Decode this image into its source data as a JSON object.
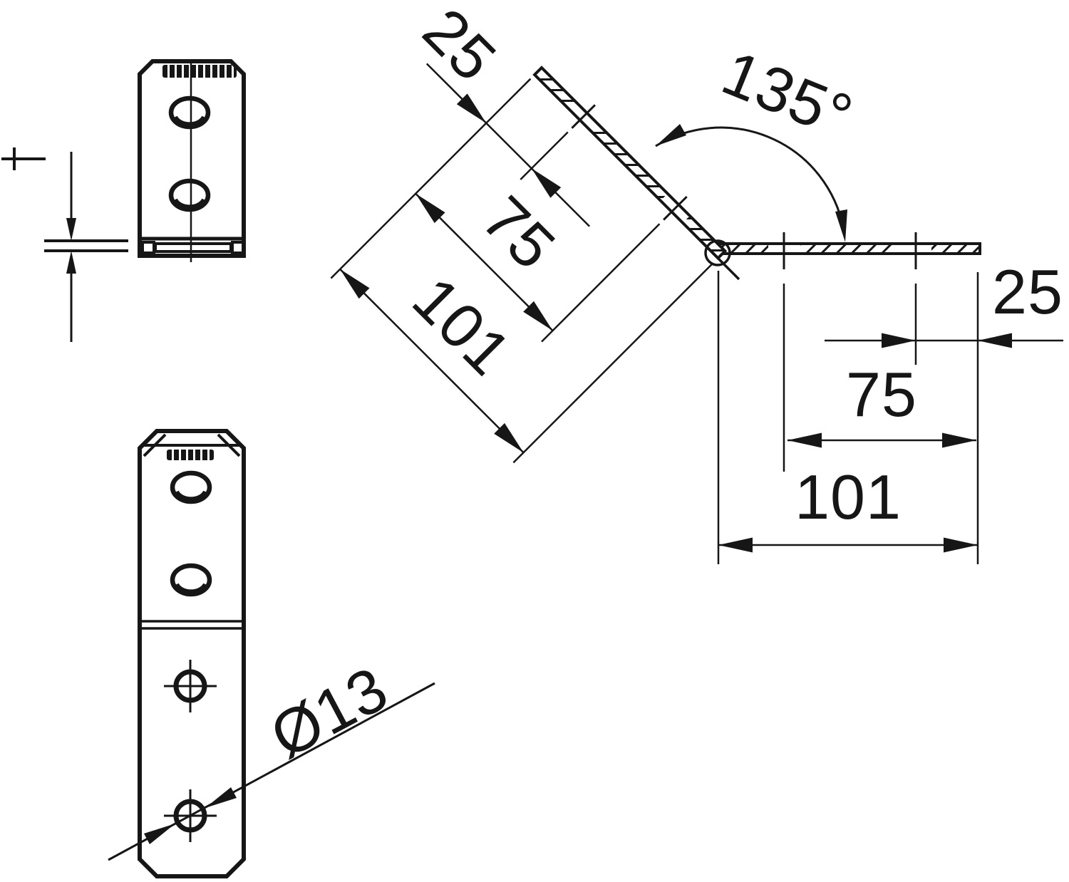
{
  "drawing": {
    "angle_label": "135°",
    "hole_diameter_label": "Ø13",
    "diagonal_leg_dims": {
      "end_to_first_hole": "25",
      "end_to_second_hole": "75",
      "total_length": "101"
    },
    "horizontal_leg_dims": {
      "end_to_first_hole": "25",
      "end_to_second_hole": "75",
      "total_length": "101"
    },
    "colors": {
      "line": "#161616",
      "background": "#ffffff"
    }
  }
}
